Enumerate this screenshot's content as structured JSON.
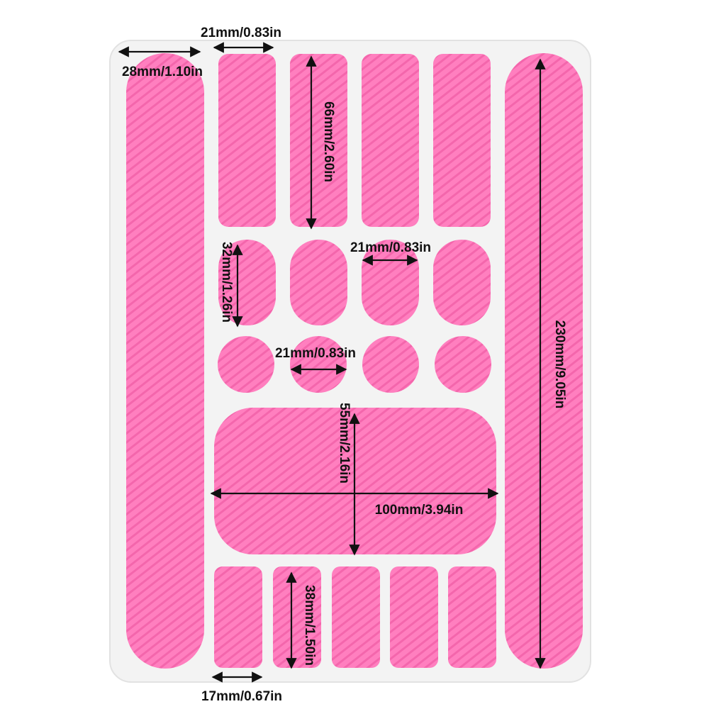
{
  "colors": {
    "sheet": "#f3f3f3",
    "sheet_edge": "#e2e2e2",
    "sticker": "#ff7fbf",
    "sticker_stripe": "#f466ac",
    "arrow": "#111111",
    "text": "#111111"
  },
  "dimensions": {
    "top_strip_width": "21mm/0.83in",
    "long_strip_width": "28mm/1.10in",
    "top_strip_height": "66mm/2.60in",
    "oval_height": "32mm/1.26in",
    "oval_width": "21mm/0.83in",
    "circle_diameter": "21mm/0.83in",
    "large_pad_height": "55mm/2.16in",
    "large_pad_width": "100mm/3.94in",
    "right_strip_length": "230mm/9.05in",
    "small_strip_height": "38mm/1.50in",
    "small_strip_width": "17mm/0.67in"
  },
  "stickers": {
    "long_strips": 2,
    "top_rectangles": 4,
    "ovals": 4,
    "circles": 4,
    "large_pads": 1,
    "small_rectangles": 5
  }
}
